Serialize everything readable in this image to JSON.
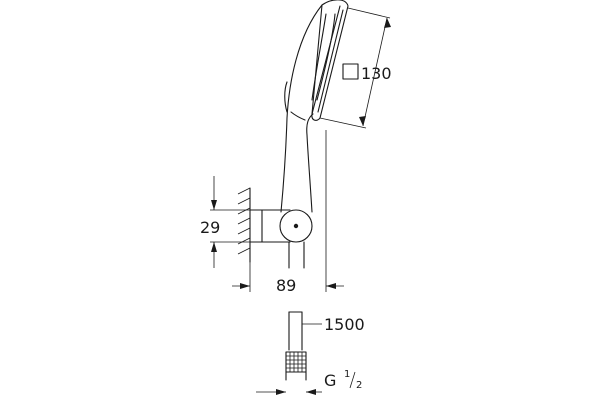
{
  "dimensions": {
    "spray_face": "130",
    "holder_height": "29",
    "projection": "89",
    "hose_length": "1500",
    "thread_prefix": "G",
    "thread_numerator": "1",
    "thread_denominator": "2"
  },
  "icons": {
    "square_symbol": "square-dimension-icon"
  }
}
